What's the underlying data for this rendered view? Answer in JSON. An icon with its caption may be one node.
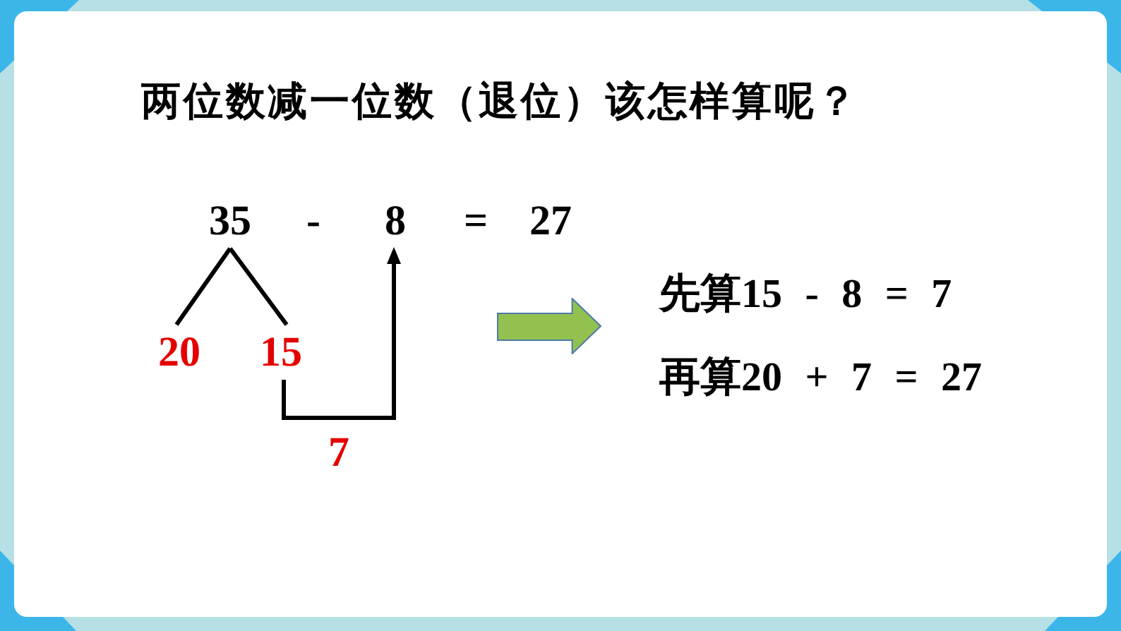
{
  "diagram": {
    "title": "两位数减一位数（退位）该怎样算呢？",
    "nodes": [
      {
        "text": [
          "35"
        ]
      },
      {
        "text": [
          "8"
        ]
      },
      {
        "text": [
          "20"
        ]
      },
      {
        "text": [
          "15"
        ]
      },
      {
        "text": [],
        "shape": "arrow"
      }
    ],
    "edges": [
      {
        "from": 0,
        "to": 2,
        "arrow": "none"
      },
      {
        "from": 0,
        "to": 3,
        "arrow": "none"
      },
      {
        "from": 3,
        "to": 1,
        "arrow": "to",
        "label": "7"
      }
    ],
    "labels": [
      "-",
      "=",
      "27",
      "先算15 - 8 = 7",
      "再算20 + 7 = 27"
    ]
  }
}
